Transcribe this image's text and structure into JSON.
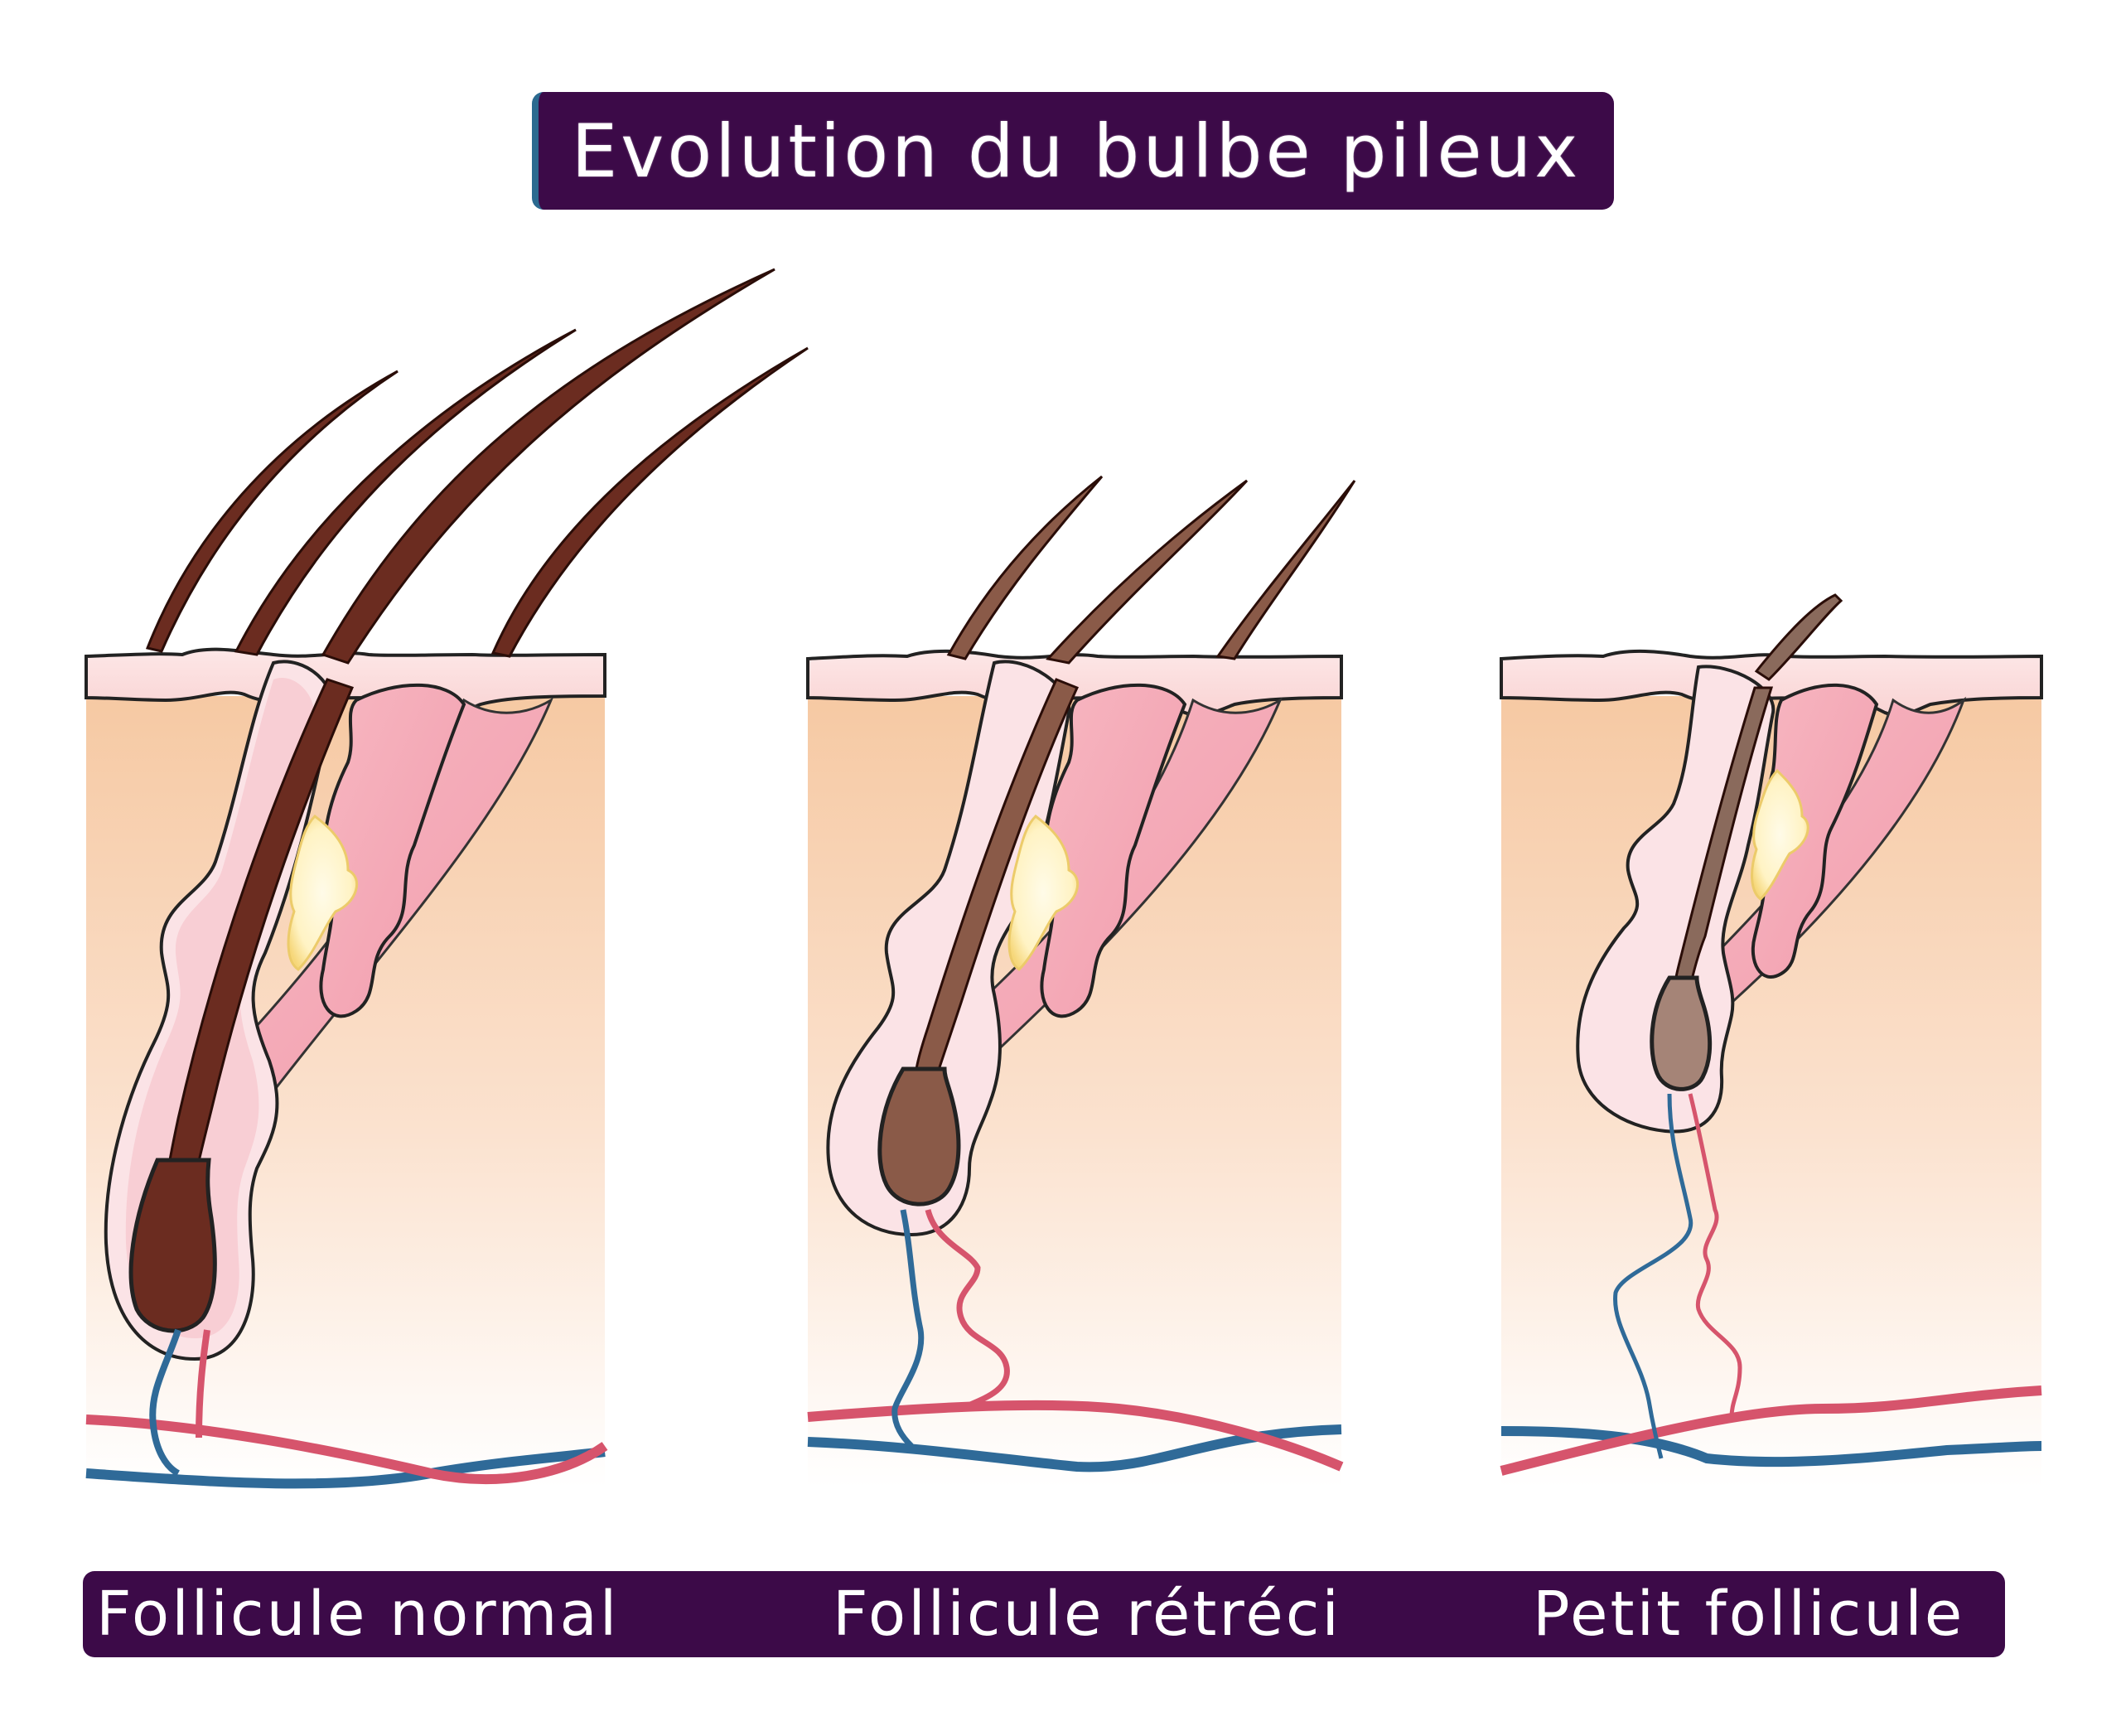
{
  "title": "Evolution du bulbe pileux",
  "labels": {
    "normal": "Follicule normal",
    "narrowed": "Follicule rétréci",
    "small": "Petit follicule"
  },
  "colors": {
    "banner": "#3c0a48",
    "skin_top": "#f6c9a3",
    "skin_bottom": "#ffffff",
    "hair_dark": "#6b2c20",
    "hair_medium": "#8a5a48",
    "hair_light": "#a58477",
    "artery": "#d6546c",
    "vein": "#2f6a98",
    "follicle_pink": "#f3aebb",
    "gland_yellow": "#fff6cf"
  }
}
